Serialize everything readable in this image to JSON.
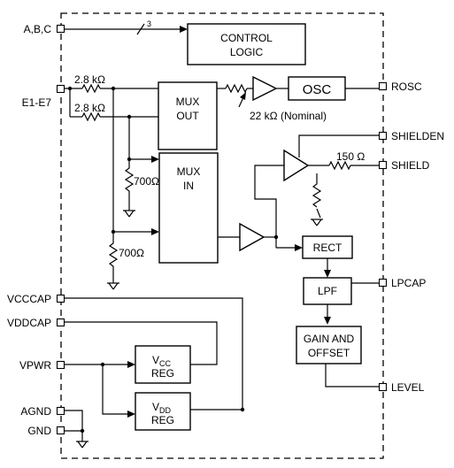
{
  "pins_left": {
    "abc": "A,B,C",
    "e1e7": "E1-E7",
    "vcccap": "VCCCAP",
    "vddcap": "VDDCAP",
    "vpwr": "VPWR",
    "agnd": "AGND",
    "gnd": "GND"
  },
  "pins_right": {
    "rosc": "ROSC",
    "shielden": "SHIELDEN",
    "shield": "SHIELD",
    "lpcap": "LPCAP",
    "level": "LEVEL"
  },
  "blocks": {
    "control_logic_line1": "CONTROL",
    "control_logic_line2": "LOGIC",
    "mux_out_line1": "MUX",
    "mux_out_line2": "OUT",
    "mux_in_line1": "MUX",
    "mux_in_line2": "IN",
    "osc": "OSC",
    "rect": "RECT",
    "lpf": "LPF",
    "gain_offset_line1": "GAIN AND",
    "gain_offset_line2": "OFFSET",
    "vcc_reg_main": "V",
    "vcc_reg_sub": "CC",
    "vcc_reg_line2": "REG",
    "vdd_reg_main": "V",
    "vdd_reg_sub": "DD",
    "vdd_reg_line2": "REG"
  },
  "labels": {
    "bus_width": "3",
    "r_e1_top": "2.8 kΩ",
    "r_e1_bottom": "2.8 kΩ",
    "r_osc": "22 kΩ (Nominal)",
    "r_700_upper": "700Ω",
    "r_700_lower": "700Ω",
    "r_150": "150 Ω"
  }
}
